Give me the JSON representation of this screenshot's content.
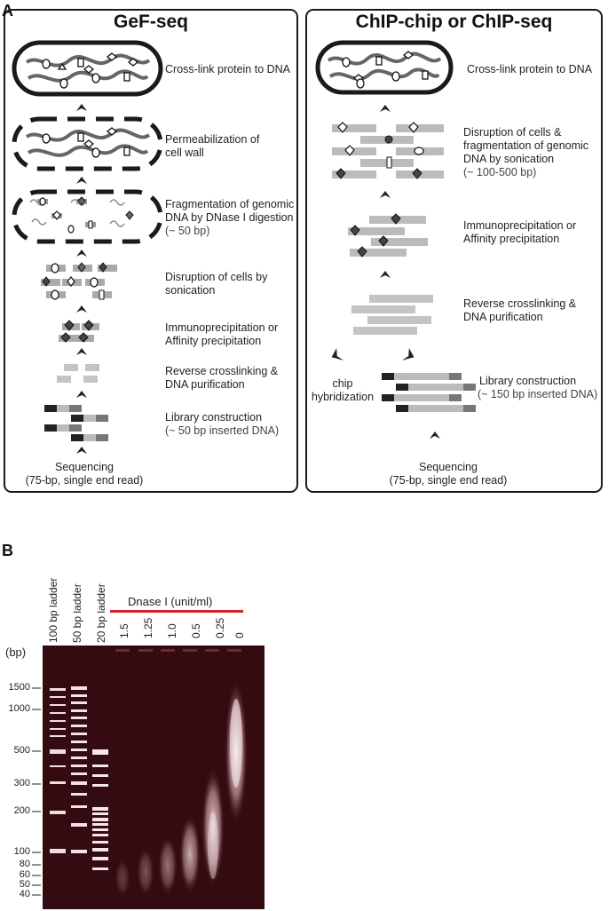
{
  "panel_a": {
    "letter": "A",
    "left": {
      "title": "GeF-seq",
      "steps": [
        {
          "line1": "Cross-link protein to DNA",
          "line2": "",
          "line3": ""
        },
        {
          "line1": "Permeabilization of",
          "line2": "cell wall",
          "line3": ""
        },
        {
          "line1": "Fragmentation of genomic",
          "line2": "DNA by DNase I digestion",
          "line3": "(~ 50 bp)"
        },
        {
          "line1": "Disruption of cells by",
          "line2": "sonication",
          "line3": ""
        },
        {
          "line1": "Immunoprecipitation or",
          "line2": "Affinity precipitation",
          "line3": ""
        },
        {
          "line1": "Reverse crosslinking &",
          "line2": "DNA purification",
          "line3": ""
        },
        {
          "line1": "Library construction",
          "line2": "(~ 50 bp inserted DNA)",
          "line3": ""
        }
      ],
      "final_line1": "Sequencing",
      "final_line2": "(75-bp, single end read)"
    },
    "right": {
      "title": "ChIP-chip or ChIP-seq",
      "steps": [
        {
          "line1": "Cross-link protein to DNA",
          "line2": "",
          "line3": ""
        },
        {
          "line1": "Disruption of cells &",
          "line2": "fragmentation of genomic",
          "line3": "DNA by sonication",
          "line4": "(~ 100-500 bp)"
        },
        {
          "line1": "Immunoprecipitation or",
          "line2": "Affinity precipitation",
          "line3": ""
        },
        {
          "line1": "Reverse crosslinking &",
          "line2": "DNA purification",
          "line3": ""
        },
        {
          "line1": "Library construction",
          "line2": "(~ 150 bp inserted DNA)",
          "line3": ""
        }
      ],
      "chip_line1": "chip",
      "chip_line2": "hybridization",
      "final_line1": "Sequencing",
      "final_line2": "(75-bp, single end read)"
    }
  },
  "panel_b": {
    "letter": "B",
    "lane_labels": [
      "100 bp ladder",
      "50 bp ladder",
      "20 bp ladder"
    ],
    "dnase_label": "Dnase I (unit/ml)",
    "concentrations": [
      "1.5",
      "1.25",
      "1.0",
      "0.5",
      "0.25",
      "0"
    ],
    "unit_label": "(bp)",
    "bp_ticks": [
      "1500",
      "1000",
      "500",
      "300",
      "200",
      "100",
      "80",
      "60",
      "50",
      "40"
    ],
    "colors": {
      "gel_bg": "#3a0c12",
      "band": "#f4e6e8",
      "dnase_line": "#d41f26"
    }
  }
}
